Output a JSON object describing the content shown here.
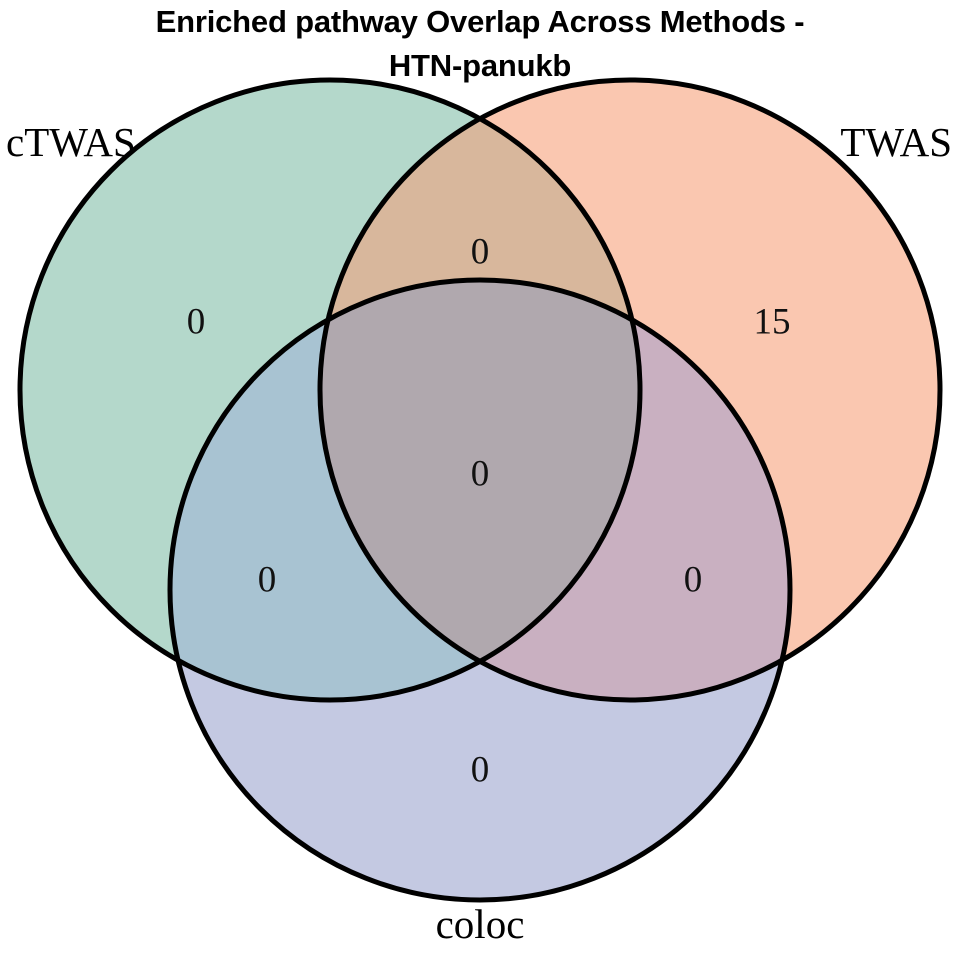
{
  "title": {
    "line1": "Enriched pathway Overlap Across Methods -",
    "line2": "HTN-panukb"
  },
  "chart_data": {
    "type": "venn",
    "title": "Enriched pathway Overlap Across Methods - HTN-panukb",
    "sets": [
      "cTWAS",
      "TWAS",
      "coloc"
    ],
    "set_labels": {
      "ctwas": "cTWAS",
      "twas": "TWAS",
      "coloc": "coloc"
    },
    "regions": [
      {
        "id": "ctwas-only",
        "sets": [
          "cTWAS"
        ],
        "label": "0",
        "value": 0,
        "fill": "#b4d8cb"
      },
      {
        "id": "twas-only",
        "sets": [
          "TWAS"
        ],
        "label": "15",
        "value": 15,
        "fill": "#fac7b0"
      },
      {
        "id": "coloc-only",
        "sets": [
          "coloc"
        ],
        "label": "0",
        "value": 0,
        "fill": "#c4c9e2"
      },
      {
        "id": "ctwas-twas",
        "sets": [
          "cTWAS",
          "TWAS"
        ],
        "label": "0",
        "value": 0,
        "fill": "#d8b79c"
      },
      {
        "id": "ctwas-coloc",
        "sets": [
          "cTWAS",
          "coloc"
        ],
        "label": "0",
        "value": 0,
        "fill": "#a8c3d2"
      },
      {
        "id": "twas-coloc",
        "sets": [
          "TWAS",
          "coloc"
        ],
        "label": "0",
        "value": 0,
        "fill": "#c9b0c1"
      },
      {
        "id": "all-three",
        "sets": [
          "cTWAS",
          "TWAS",
          "coloc"
        ],
        "label": "0",
        "value": 0,
        "fill": "#b0a8ae"
      }
    ],
    "counts": {
      "ctwas_only": 0,
      "twas_only": 15,
      "coloc_only": 0,
      "ctwas_twas": 0,
      "ctwas_coloc": 0,
      "twas_coloc": 0,
      "all_three": 0
    },
    "colors": {
      "ctwas_fill": "#86cfb8",
      "twas_fill": "#f8a983",
      "coloc_fill": "#9aa5d8",
      "stroke": "#000000",
      "background": "#ffffff",
      "text": "#000000"
    },
    "geometry": {
      "ctwas_center": [
        330,
        390
      ],
      "twas_center": [
        630,
        390
      ],
      "coloc_center": [
        480,
        590
      ],
      "radius": 310,
      "stroke_width": 5
    },
    "legend": "none",
    "grid": false
  }
}
